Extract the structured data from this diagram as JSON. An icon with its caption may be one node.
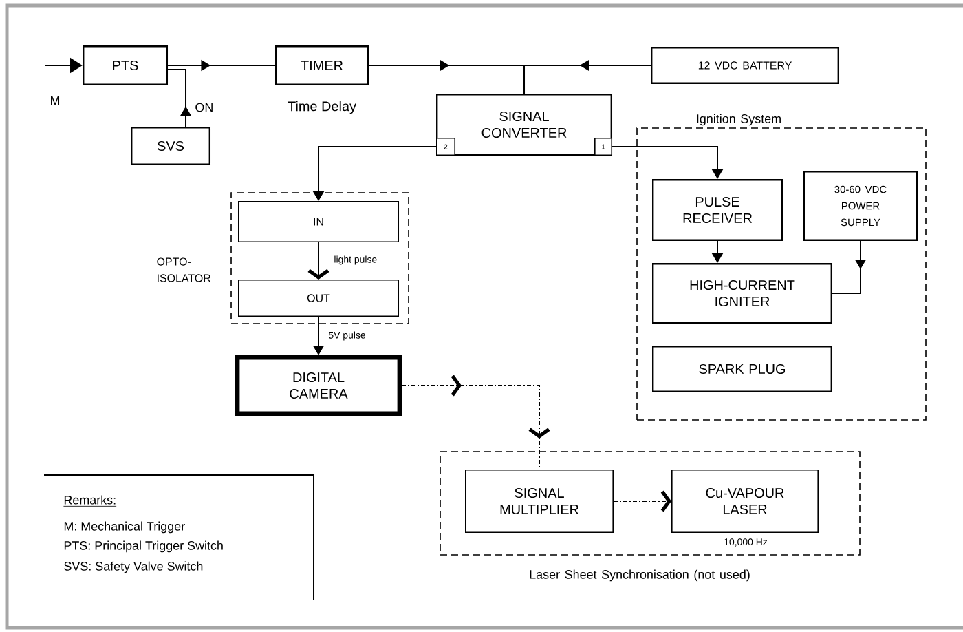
{
  "diagram": {
    "nodes": [
      {
        "text": [
          "PTS"
        ]
      },
      {
        "text": [
          "SVS"
        ]
      },
      {
        "text": [
          "TIMER"
        ]
      },
      {
        "text": [
          "12 VDC BATTERY"
        ]
      },
      {
        "text": [
          "SIGNAL CONVERTER"
        ]
      },
      {
        "text": [
          "2"
        ],
        "in": 4
      },
      {
        "text": [
          "1"
        ],
        "in": 4
      },
      {
        "text": [
          "OPTO- ISOLATOR"
        ]
      },
      {
        "text": [
          "IN"
        ],
        "in": 7
      },
      {
        "text": [
          "OUT"
        ],
        "in": 7
      },
      {
        "text": [
          "DIGITAL CAMERA"
        ]
      },
      {
        "text": [
          "Ignition System"
        ]
      },
      {
        "text": [
          "PULSE RECEIVER"
        ],
        "in": 11
      },
      {
        "text": [
          "30-60 VDC POWER SUPPLY"
        ],
        "in": 11
      },
      {
        "text": [
          "HIGH-CURRENT IGNITER"
        ],
        "in": 11
      },
      {
        "text": [
          "SPARK PLUG"
        ],
        "in": 11
      },
      {
        "text": [
          "Laser Sheet Synchronisation (not used)"
        ]
      },
      {
        "text": [
          "SIGNAL MULTIPLIER"
        ],
        "in": 16
      },
      {
        "text": [
          "Cu-VAPOUR LASER"
        ],
        "in": 16,
        "beside": [
          "10,000 Hz"
        ]
      }
    ],
    "edges": [
      {
        "from": null,
        "to": 0,
        "arrow": "to",
        "label": "M"
      },
      {
        "from": 1,
        "to": 0,
        "arrow": "to",
        "label": "ON"
      },
      {
        "from": 0,
        "to": 2,
        "arrow": "to"
      },
      {
        "from": 2,
        "to": 4,
        "arrow": "to"
      },
      {
        "from": 3,
        "to": 4,
        "arrow": "to"
      },
      {
        "from": 5,
        "to": 8,
        "arrow": "to"
      },
      {
        "from": 8,
        "to": 9,
        "arrow": "to",
        "label": "light pulse"
      },
      {
        "from": 9,
        "to": 10,
        "arrow": "to",
        "label": "5V pulse"
      },
      {
        "from": 6,
        "to": 12,
        "arrow": "to"
      },
      {
        "from": 12,
        "to": 14,
        "arrow": "to"
      },
      {
        "from": 13,
        "to": 14,
        "arrow": "to"
      },
      {
        "from": 10,
        "to": 17,
        "arrow": "to",
        "style": "dashed"
      },
      {
        "from": 17,
        "to": 18,
        "arrow": "to",
        "style": "dashed"
      }
    ],
    "labels": [
      "Time Delay",
      "Remarks:",
      "M: Mechanical Trigger",
      "PTS: Principal Trigger Switch",
      "SVS: Safety Valve Switch"
    ]
  }
}
